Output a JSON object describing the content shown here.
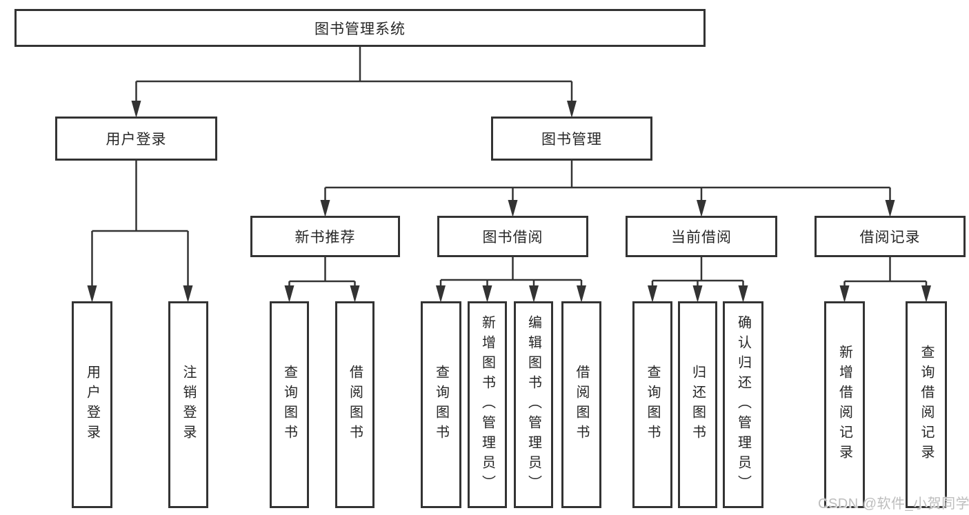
{
  "diagram_title": "图书管理系统",
  "colors": {
    "line": "#333333",
    "box_border": "#333333",
    "text": "#262626",
    "background": "#ffffff",
    "watermark": "#bdbdbd"
  },
  "nodes": {
    "root": {
      "label": "图书管理系统"
    },
    "user_login": {
      "label": "用户登录"
    },
    "book_mgmt": {
      "label": "图书管理"
    },
    "new_book_rec": {
      "label": "新书推荐"
    },
    "book_borrow": {
      "label": "图书借阅"
    },
    "current_borrow": {
      "label": "当前借阅"
    },
    "borrow_records": {
      "label": "借阅记录"
    },
    "leaves": {
      "login": "用户登录",
      "logout": "注销登录",
      "rec_query": "查询图书",
      "rec_borrow": "借阅图书",
      "bb_query": "查询图书",
      "bb_add": "新增图书（管理员）",
      "bb_edit": "编辑图书（管理员）",
      "bb_borrow": "借阅图书",
      "cb_query": "查询图书",
      "cb_return": "归还图书",
      "cb_confirm": "确认归还（管理员）",
      "br_add": "新增借阅记录",
      "br_query": "查询借阅记录"
    }
  },
  "watermark": {
    "text": "CSDN @软件_小贺同学"
  }
}
